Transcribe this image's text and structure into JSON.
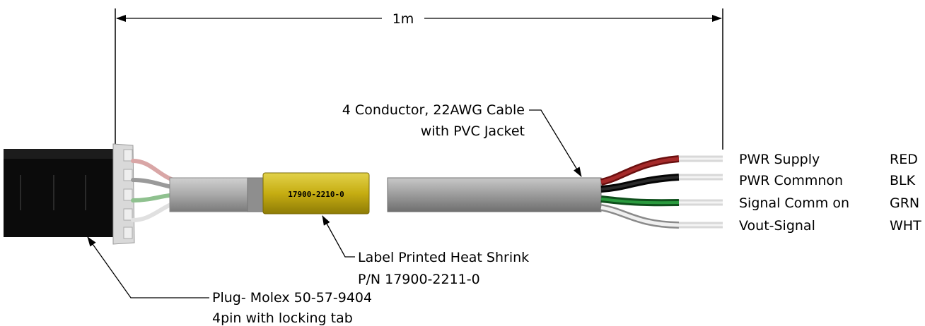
{
  "dimension": {
    "label": "1m"
  },
  "labels": {
    "cable": {
      "line1": "4 Conductor, 22AWG Cable",
      "line2": "with PVC Jacket"
    },
    "heat_shrink": {
      "line1": "Label Printed Heat Shrink",
      "line2": "P/N 17900-2211-0"
    },
    "plug": {
      "line1": "Plug- Molex 50-57-9404",
      "line2": "4pin with locking tab"
    },
    "shrink_print": "17900-2210-0"
  },
  "wires": [
    {
      "name": "PWR Supply",
      "color": "RED",
      "hex": "#8b1a1a"
    },
    {
      "name": "PWR Commnon",
      "color": "BLK",
      "hex": "#111111"
    },
    {
      "name": "Signal Comm on",
      "color": "GRN",
      "hex": "#1f7a2e"
    },
    {
      "name": "Vout-Signal",
      "color": "WHT",
      "hex": "#e8e8e8"
    }
  ],
  "colors": {
    "plug_body": "#0b0b0b",
    "cable_jacket": "#9c9c9c",
    "heat_shrink": "#c9b21a"
  }
}
